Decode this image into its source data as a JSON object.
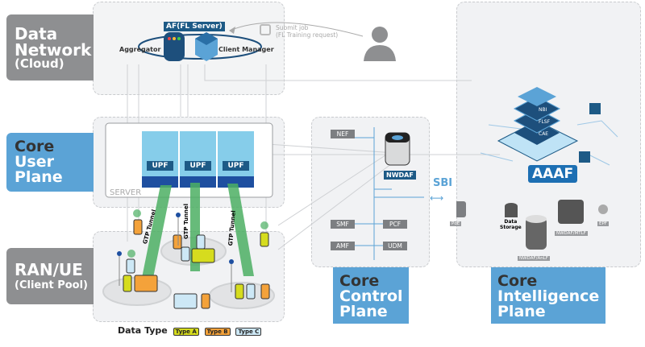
{
  "sections": {
    "data_network": {
      "line1": "Data",
      "line2": "Network",
      "line3": "(Cloud)"
    },
    "core_user_plane": {
      "line1": "Core",
      "line2": "User",
      "line3": "Plane"
    },
    "ran_ue": {
      "line1": "RAN/UE",
      "line2": "(Client Pool)"
    },
    "core_control_plane": {
      "line1": "Core",
      "line2": "Control",
      "line3": "Plane"
    },
    "core_intelligence_plane": {
      "line1": "Core",
      "line2": "Intelligence",
      "line3": "Plane"
    }
  },
  "fl_server": {
    "title": "AF(FL Server)",
    "aggregator": "Aggregator",
    "client_manager": "Client Manager"
  },
  "submit_job": {
    "line1": "Submit job",
    "line2": "(FL Training request)"
  },
  "user_plane": {
    "upfs": [
      "UPF",
      "UPF",
      "UPF"
    ],
    "server_label": "SERVER",
    "tunnel_label": "GTP Tunnel"
  },
  "control_plane": {
    "nfs": {
      "nef": "NEF",
      "smf": "SMF",
      "pcf": "PCF",
      "amf": "AMF",
      "udm": "UDM"
    },
    "nwdaf": "NWDAF",
    "sbi": "SBI"
  },
  "intelligence_plane": {
    "aaaf": "AAAF",
    "stack_layers": [
      "NBI",
      "FLSF",
      "CAE"
    ],
    "pde": "PdE",
    "data_storage_line1": "Data",
    "data_storage_line2": "Storage",
    "mtlf": "NWDAF/MTLF",
    "anlf": "NWDAF/AnLF",
    "epf": "EPF"
  },
  "legend": {
    "title": "Data Type",
    "types": [
      {
        "label": "Type A",
        "color": "#d6dc1e"
      },
      {
        "label": "Type B",
        "color": "#f4a23a"
      },
      {
        "label": "Type C",
        "color": "#cde8f6"
      }
    ]
  },
  "colors": {
    "accent_blue": "#5ba3d6",
    "label_gray": "#8e8f91",
    "tunnel_green": "#4caf63",
    "upf_dark": "#1e4fa0",
    "upf_light": "#86cdea"
  }
}
